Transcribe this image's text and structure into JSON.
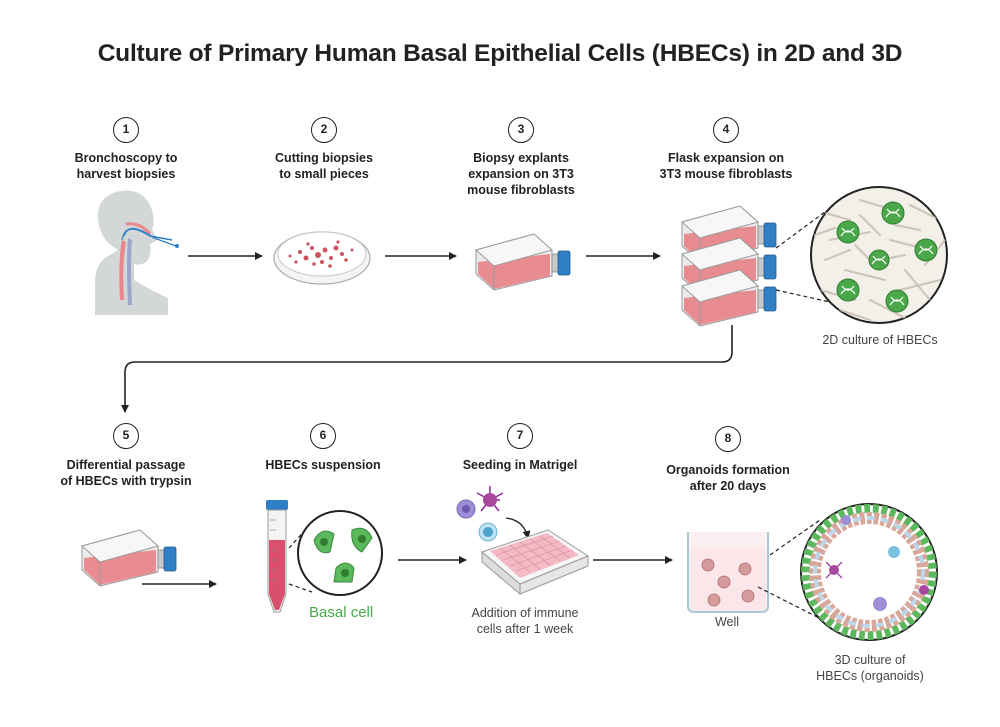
{
  "title": "Culture of Primary Human Basal Epithelial Cells (HBECs) in 2D and 3D",
  "steps": [
    {
      "num": "1",
      "label": "Bronchoscopy to\nharvest biopsies"
    },
    {
      "num": "2",
      "label": "Cutting biopsies\nto small pieces"
    },
    {
      "num": "3",
      "label": "Biopsy explants\nexpansion on 3T3\nmouse fibroblasts"
    },
    {
      "num": "4",
      "label": "Flask expansion on\n3T3 mouse fibroblasts"
    },
    {
      "num": "5",
      "label": "Differential passage\nof HBECs with trypsin"
    },
    {
      "num": "6",
      "label": "HBECs suspension"
    },
    {
      "num": "7",
      "label": "Seeding in Matrigel"
    },
    {
      "num": "8",
      "label": "Organoids formation\nafter 20 days"
    }
  ],
  "captions": {
    "culture_2d": "2D culture of HBECs",
    "basal_cell": "Basal cell",
    "immune": "Addition of immune\ncells after 1 week",
    "well": "Well",
    "culture_3d": "3D culture of\nHBECs (organoids)"
  },
  "colors": {
    "media": "#e8878c",
    "cap": "#2f7fc4",
    "green_cell": "#4aa84a",
    "arrow": "#222222"
  }
}
